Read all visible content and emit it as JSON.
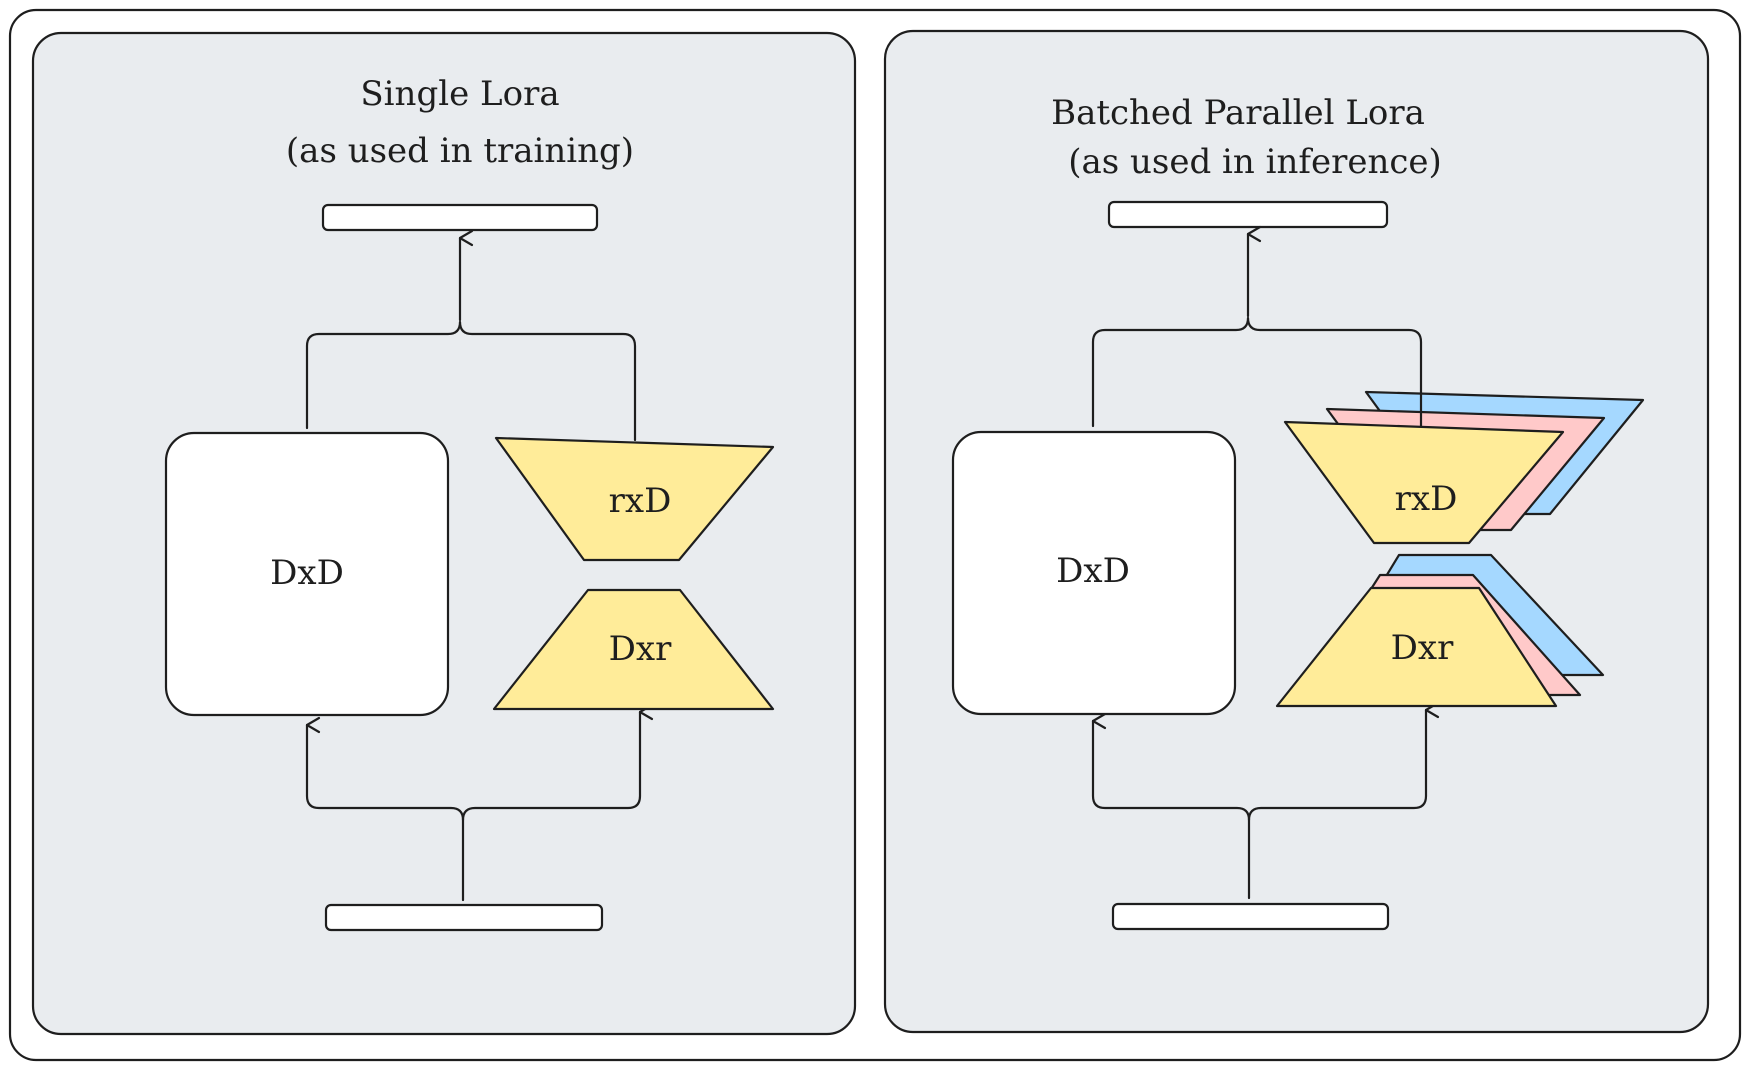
{
  "colors": {
    "panel_bg": "#e9ecef",
    "outline": "#1e1e1e",
    "adapter_yellow": "#ffec99",
    "adapter_pink": "#ffc9c9",
    "adapter_blue": "#a5d8ff",
    "block_white": "#ffffff"
  },
  "panels": [
    {
      "title_line1": "Single Lora",
      "title_line2": "(as used in training)",
      "weight_label": "DxD",
      "down_label": "rxD",
      "up_label": "Dxr",
      "adapter_copies": 1
    },
    {
      "title_line1": "Batched Parallel Lora",
      "title_line2": "(as used in inference)",
      "weight_label": "DxD",
      "down_label": "rxD",
      "up_label": "Dxr",
      "adapter_copies": 3
    }
  ]
}
